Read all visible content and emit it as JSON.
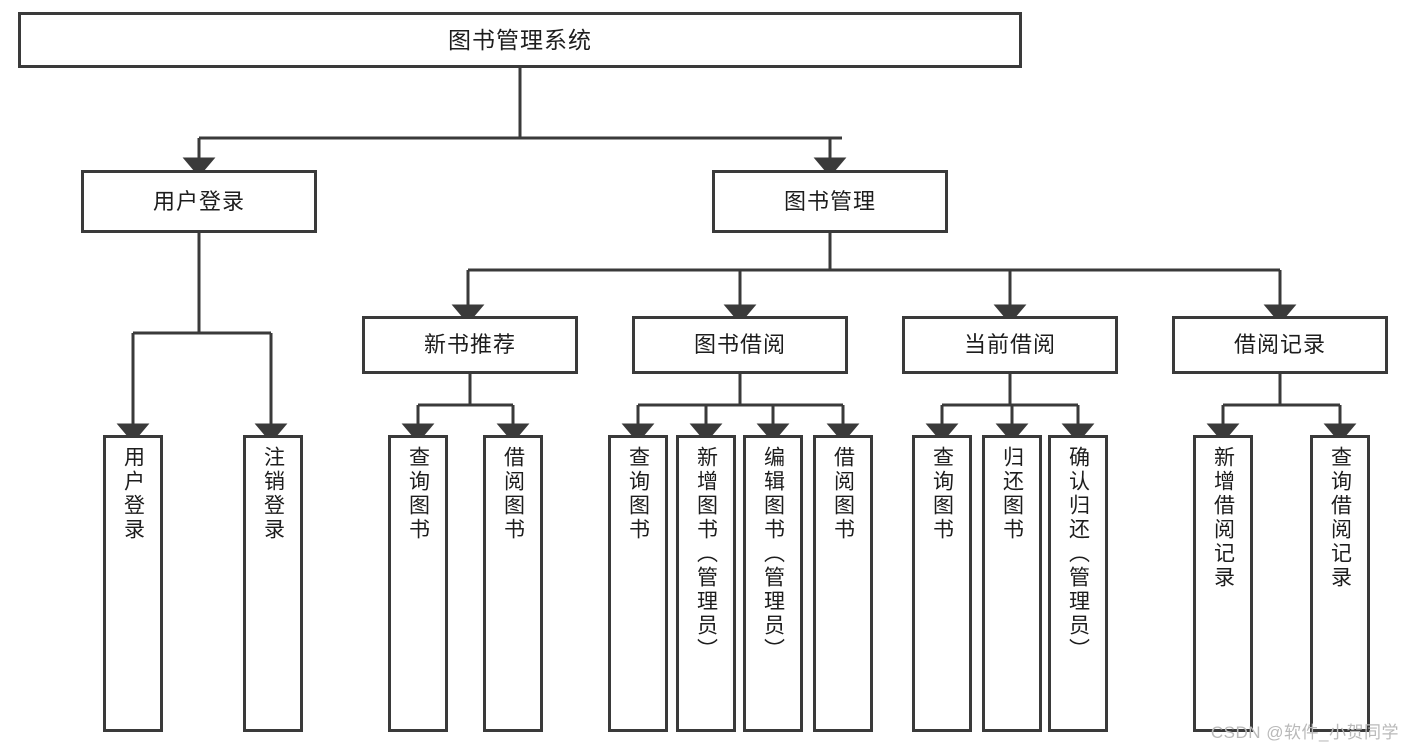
{
  "diagram": {
    "title": "图书管理系统",
    "type": "hierarchy-tree",
    "watermark": "CSDN @软件_小贺同学",
    "colors": {
      "stroke": "#3a3a3a",
      "fill": "#ffffff",
      "text": "#1d1d1d",
      "watermark": "#b9b9b9"
    },
    "nodes": {
      "root": {
        "label": "图书管理系统"
      },
      "level2": [
        {
          "id": "user-login",
          "label": "用户登录"
        },
        {
          "id": "book-manage",
          "label": "图书管理"
        }
      ],
      "level3": [
        {
          "id": "new-book-rec",
          "label": "新书推荐"
        },
        {
          "id": "book-borrow",
          "label": "图书借阅"
        },
        {
          "id": "current-borrow",
          "label": "当前借阅"
        },
        {
          "id": "borrow-record",
          "label": "借阅记录"
        }
      ],
      "leaves": [
        {
          "id": "leaf-user-login",
          "label": "用户登录",
          "parent": "user-login"
        },
        {
          "id": "leaf-user-logout",
          "label": "注销登录",
          "parent": "user-login"
        },
        {
          "id": "leaf-query-book-1",
          "label": "查询图书",
          "parent": "new-book-rec"
        },
        {
          "id": "leaf-borrow-book-1",
          "label": "借阅图书",
          "parent": "new-book-rec"
        },
        {
          "id": "leaf-query-book-2",
          "label": "查询图书",
          "parent": "book-borrow"
        },
        {
          "id": "leaf-add-book",
          "label": "新增图书（管理员）",
          "parent": "book-borrow"
        },
        {
          "id": "leaf-edit-book",
          "label": "编辑图书（管理员）",
          "parent": "book-borrow"
        },
        {
          "id": "leaf-borrow-book-2",
          "label": "借阅图书",
          "parent": "book-borrow"
        },
        {
          "id": "leaf-query-book-3",
          "label": "查询图书",
          "parent": "current-borrow"
        },
        {
          "id": "leaf-return-book",
          "label": "归还图书",
          "parent": "current-borrow"
        },
        {
          "id": "leaf-confirm-return",
          "label": "确认归还（管理员）",
          "parent": "current-borrow"
        },
        {
          "id": "leaf-add-record",
          "label": "新增借阅记录",
          "parent": "borrow-record"
        },
        {
          "id": "leaf-query-record",
          "label": "查询借阅记录",
          "parent": "borrow-record"
        }
      ]
    }
  }
}
